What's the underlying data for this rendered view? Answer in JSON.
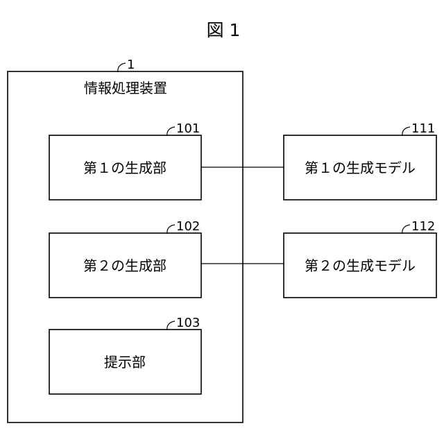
{
  "figure": {
    "title": "図 1"
  },
  "device": {
    "ref": "1",
    "label": "情報処理装置"
  },
  "components": [
    {
      "ref": "101",
      "label": "第１の生成部"
    },
    {
      "ref": "102",
      "label": "第２の生成部"
    },
    {
      "ref": "103",
      "label": "提示部"
    }
  ],
  "models": [
    {
      "ref": "111",
      "label": "第１の生成モデル"
    },
    {
      "ref": "112",
      "label": "第２の生成モデル"
    }
  ]
}
